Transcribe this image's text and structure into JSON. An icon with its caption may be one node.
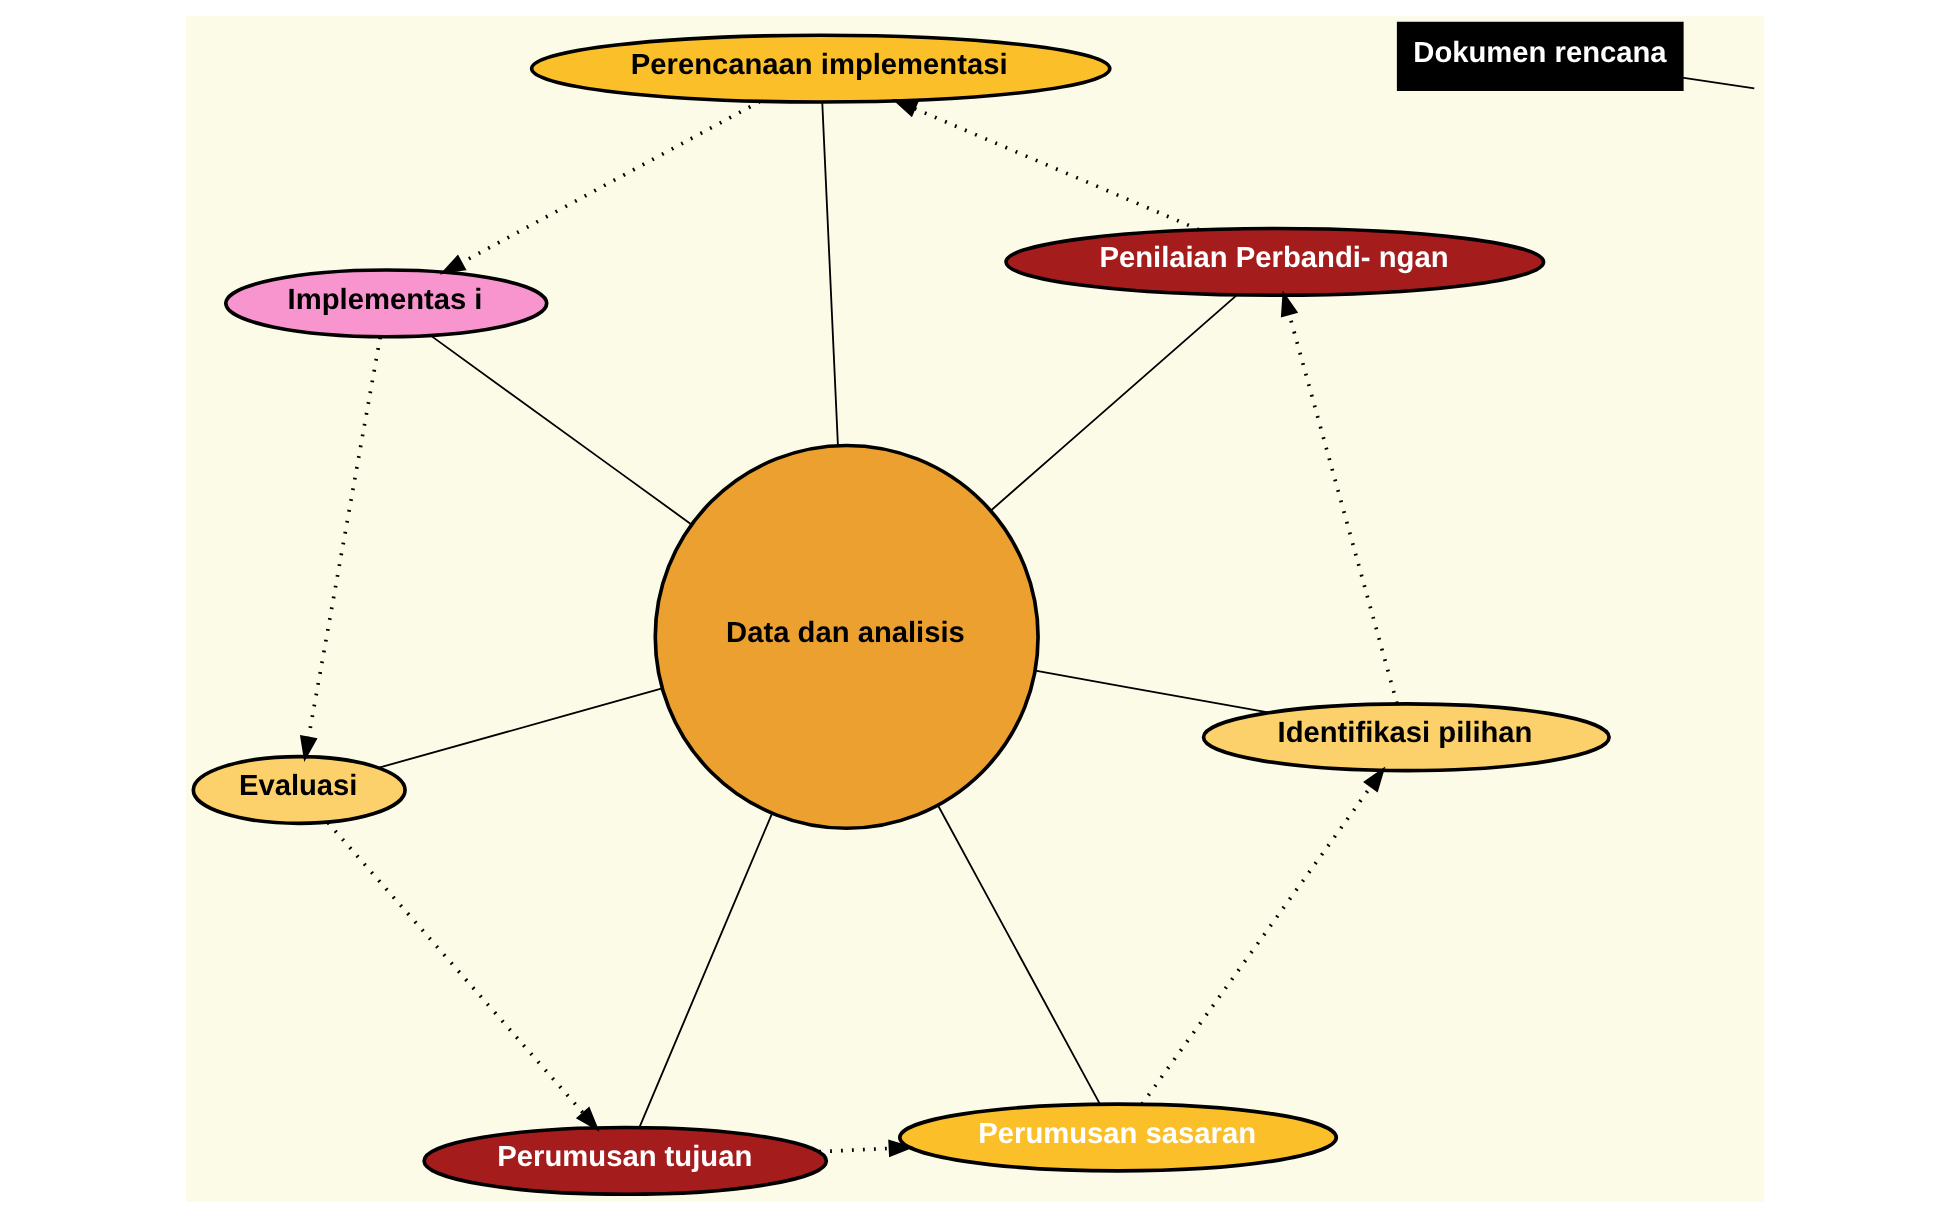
{
  "diagram": {
    "nodes": [
      {
        "text": [
          "Perumusan tujuan"
        ]
      },
      {
        "text": [
          "Perumusan sasaran"
        ]
      },
      {
        "text": [
          "Identifikasi pilihan"
        ]
      },
      {
        "text": [
          "Penilaian Perbandi- ngan"
        ]
      },
      {
        "text": [
          "Perencanaan implementasi"
        ]
      },
      {
        "text": [
          "Implementas i"
        ]
      },
      {
        "text": [
          "Evaluasi"
        ]
      },
      {
        "text": [
          "Data dan analisis"
        ]
      },
      {
        "text": [
          "Dokumen rencana"
        ]
      }
    ],
    "edges": [
      {
        "from": 0,
        "to": 1,
        "arrow": "to",
        "style": "dashed"
      },
      {
        "from": 1,
        "to": 2,
        "arrow": "to",
        "style": "dashed"
      },
      {
        "from": 2,
        "to": 3,
        "arrow": "to",
        "style": "dashed"
      },
      {
        "from": 3,
        "to": 4,
        "arrow": "to",
        "style": "dashed"
      },
      {
        "from": 4,
        "to": 5,
        "arrow": "to",
        "style": "dashed"
      },
      {
        "from": 5,
        "to": 6,
        "arrow": "to",
        "style": "dashed"
      },
      {
        "from": 6,
        "to": 0,
        "arrow": "to",
        "style": "dashed"
      },
      {
        "from": 7,
        "to": 0,
        "arrow": "none"
      },
      {
        "from": 7,
        "to": 1,
        "arrow": "none"
      },
      {
        "from": 7,
        "to": 2,
        "arrow": "none"
      },
      {
        "from": 7,
        "to": 3,
        "arrow": "none"
      },
      {
        "from": 7,
        "to": 4,
        "arrow": "none"
      },
      {
        "from": 7,
        "to": 5,
        "arrow": "none"
      },
      {
        "from": 7,
        "to": 6,
        "arrow": "none"
      },
      {
        "from": 8,
        "to": null,
        "arrow": "none"
      }
    ]
  }
}
